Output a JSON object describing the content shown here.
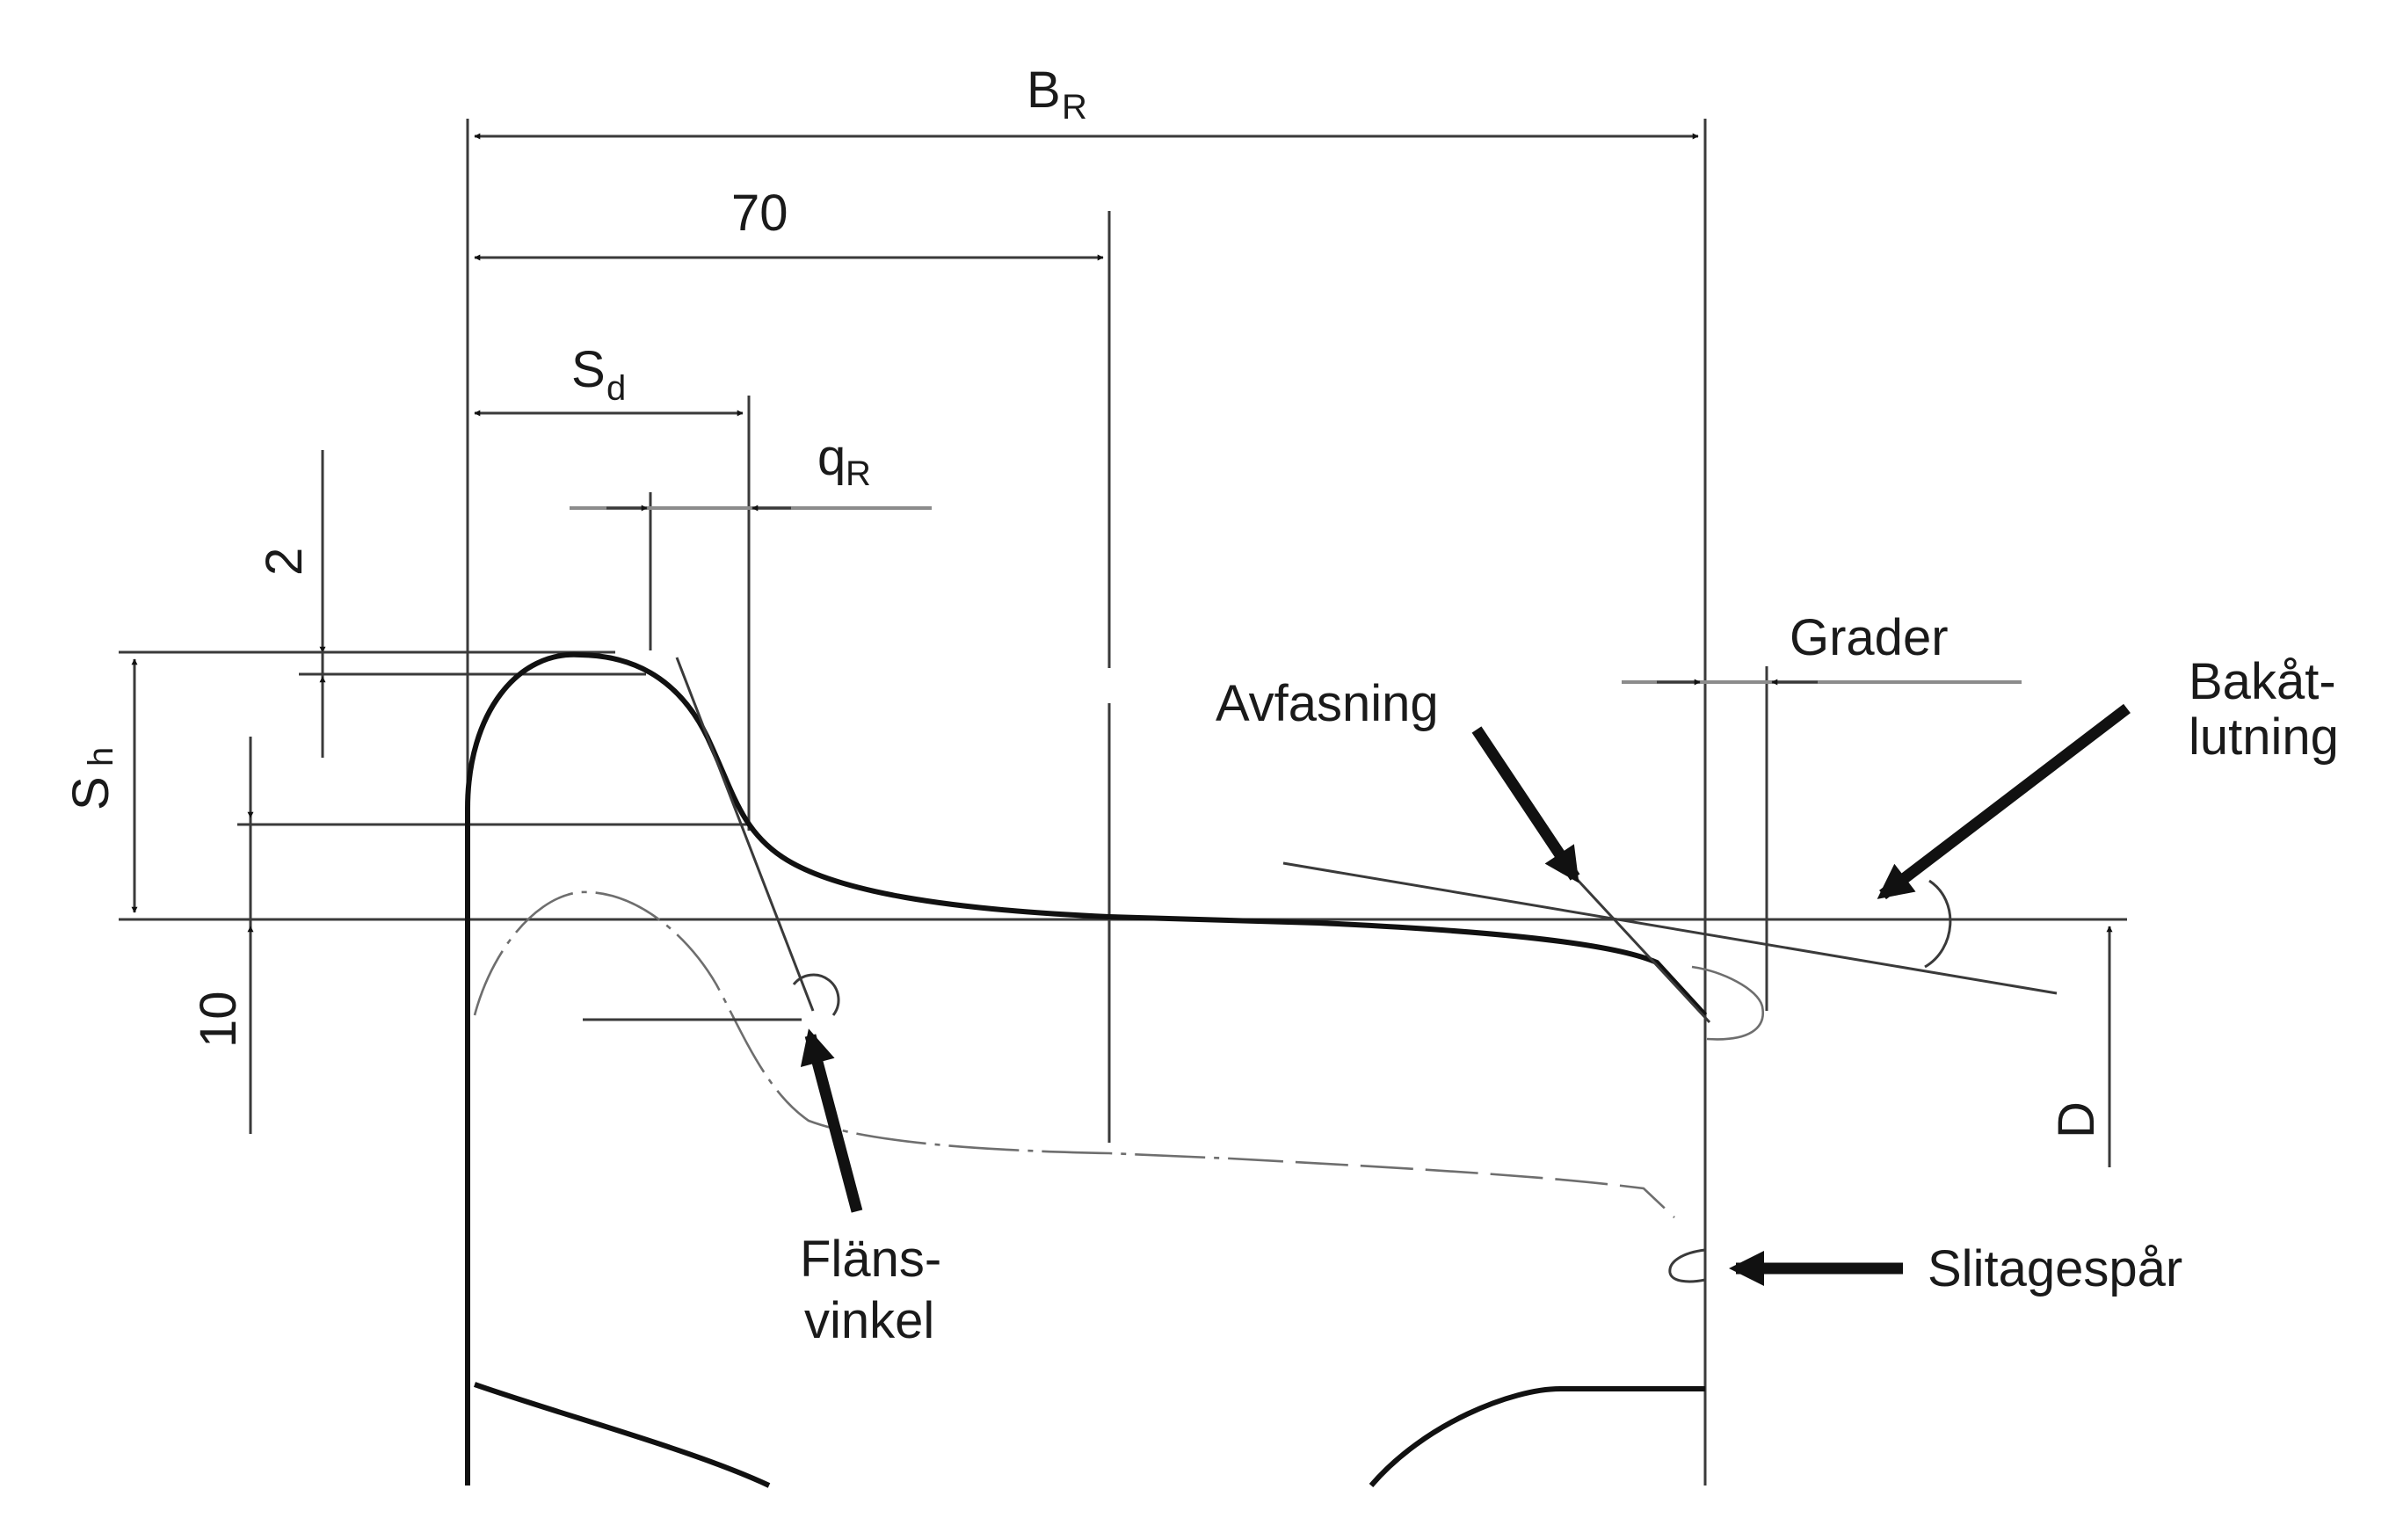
{
  "labels": {
    "br_main": "B",
    "br_sub": "R",
    "dim70": "70",
    "sd_main": "S",
    "sd_sub": "d",
    "qr_main": "q",
    "qr_sub": "R",
    "dim2": "2",
    "sh_main": "S",
    "sh_sub": "h",
    "dim10": "10",
    "grader": "Grader",
    "avfasning": "Avfasning",
    "bakat_line1": "Bakåt-",
    "bakat_line2": "lutning",
    "flans_line1": "Fläns-",
    "flans_line2": "vinkel",
    "d_label": "D",
    "slitage": "Slitagespår"
  }
}
